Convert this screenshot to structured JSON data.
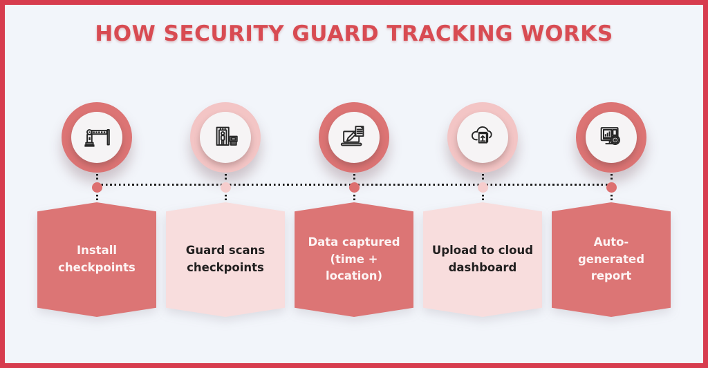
{
  "title": "HOW SECURITY GUARD TRACKING WORKS",
  "colors": {
    "background": "#f2f5fa",
    "frame_border": "#d73c4e",
    "title_text": "#d84b52",
    "accent_dark": "#dc7575",
    "accent_light": "#f8dddd",
    "ring_light": "#f3c5c5",
    "text_on_dark": "#fdf4f4",
    "text_on_light": "#211f1f",
    "connector_dots": "#1d1d1d"
  },
  "steps": [
    {
      "label": "Install\ncheckpoints",
      "icon": "barrier-gate-icon",
      "variant": "dark"
    },
    {
      "label": "Guard scans\ncheckpoints",
      "icon": "security-scanner-icon",
      "variant": "light"
    },
    {
      "label": "Data captured\n(time +\nlocation)",
      "icon": "laptop-data-entry-icon",
      "variant": "dark"
    },
    {
      "label": "Upload to cloud\ndashboard",
      "icon": "cloud-upload-icon",
      "variant": "light"
    },
    {
      "label": "Auto-\ngenerated\nreport",
      "icon": "report-gear-icon",
      "variant": "dark"
    }
  ]
}
